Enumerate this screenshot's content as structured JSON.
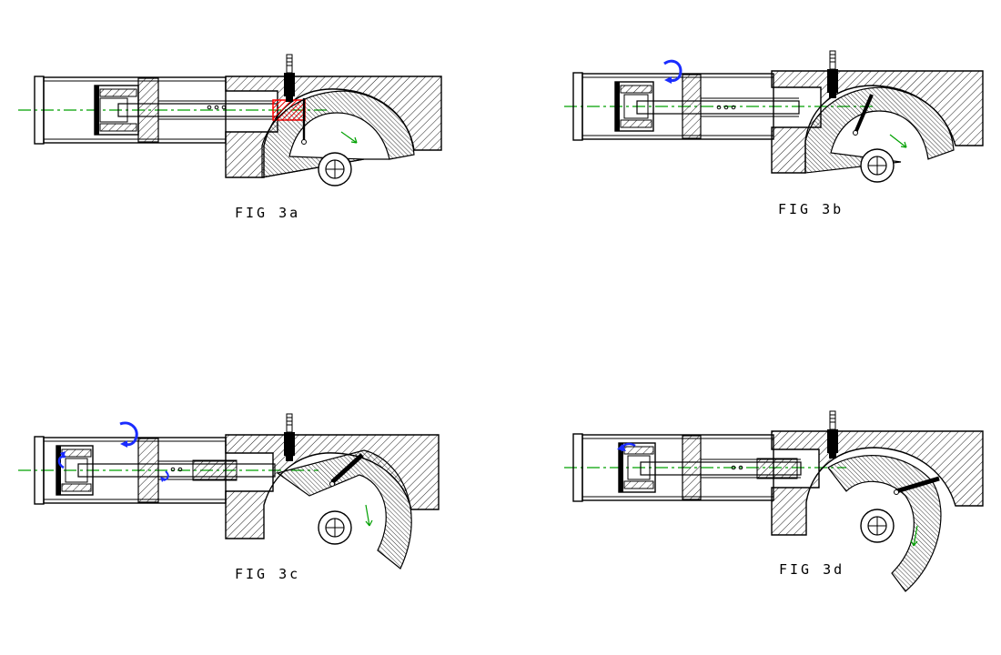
{
  "figures": [
    {
      "caption": "FIG 3a"
    },
    {
      "caption": "FIG 3b"
    },
    {
      "caption": "FIG 3c"
    },
    {
      "caption": "FIG 3d"
    }
  ],
  "colors": {
    "outline": "#000000",
    "centerline": "#00a000",
    "arrow_blue": "#1a2cff",
    "combustion_red": "#ff0000",
    "hatch": "#000000"
  },
  "icons": {
    "spark-plug": "spark-plug-icon",
    "rotation": "rotation-arrow-icon",
    "motion": "motion-arrow-icon"
  }
}
